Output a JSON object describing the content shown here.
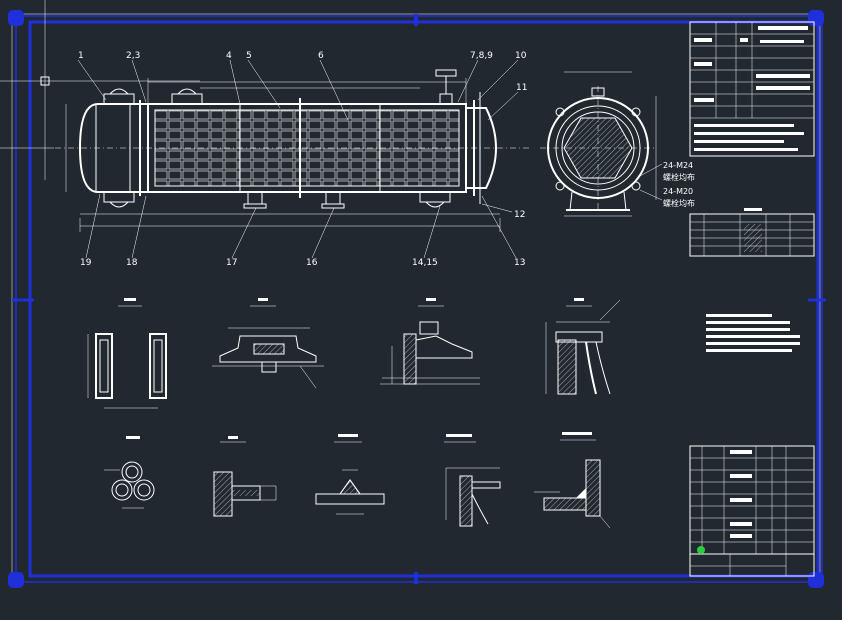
{
  "labels": {
    "callouts_top": [
      "1",
      "2,3",
      "4",
      "5",
      "6",
      "7,8,9",
      "10",
      "11"
    ],
    "callouts_bottom": [
      "19",
      "18",
      "17",
      "16",
      "14,15",
      "13",
      "12"
    ],
    "side_notes": [
      "24-M24",
      "螺栓均布",
      "24-M20",
      "螺栓均布"
    ]
  },
  "colors": {
    "background": "#212830",
    "frame": "#1f2fd9",
    "lines": "#ffffff",
    "marker": "#2ecc40"
  },
  "icons": [
    "crosshair-cursor-icon",
    "frame-corner-grip-icon",
    "ucs-marker-icon"
  ]
}
